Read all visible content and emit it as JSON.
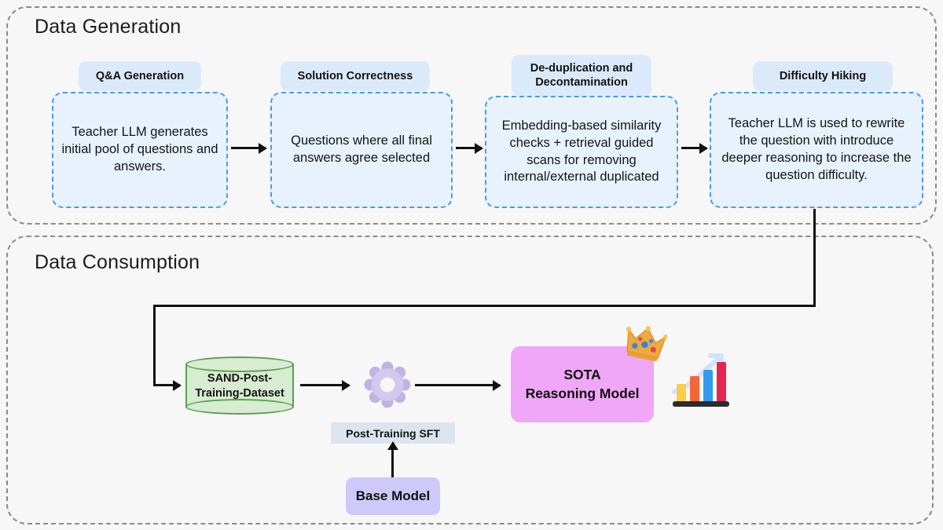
{
  "sections": {
    "generation": {
      "title": "Data Generation"
    },
    "consumption": {
      "title": "Data Consumption"
    }
  },
  "pipeline_stages": [
    {
      "badge": "Q&A Generation",
      "body": "Teacher LLM generates initial pool of questions and answers."
    },
    {
      "badge": "Solution Correctness",
      "body": "Questions where all final answers agree selected"
    },
    {
      "badge": "De-duplication and Decontamination",
      "body": "Embedding-based similarity checks + retrieval guided scans for removing internal/external duplicated"
    },
    {
      "badge": "Difficulty Hiking",
      "body": "Teacher LLM is used to rewrite the question with introduce deeper reasoning to increase the question difficulty."
    }
  ],
  "consumption": {
    "dataset": {
      "line1": "SAND-Post-",
      "line2": "Training-Dataset"
    },
    "gear_icon": "gear-icon",
    "sft_badge": "Post-Training SFT",
    "base_model": "Base Model",
    "sota_model": {
      "line1": "SOTA",
      "line2": "Reasoning Model"
    },
    "crown_icon": "crown-icon",
    "chart_icon": "bar-chart-icon"
  },
  "colors": {
    "badge_blue": "#dbeafb",
    "body_blue_fill": "#e8f2fd",
    "body_blue_border": "#4a9ae8",
    "section_dash": "#8b8b8b",
    "cylinder_fill": "#d7ecd0",
    "cylinder_border": "#5f9e52",
    "sota_fill": "#f0a7f7",
    "base_model_fill": "#cfc9fa",
    "sft_badge_fill": "#dbe4ef",
    "arrow": "#111111",
    "background": "#f7f7f7"
  }
}
